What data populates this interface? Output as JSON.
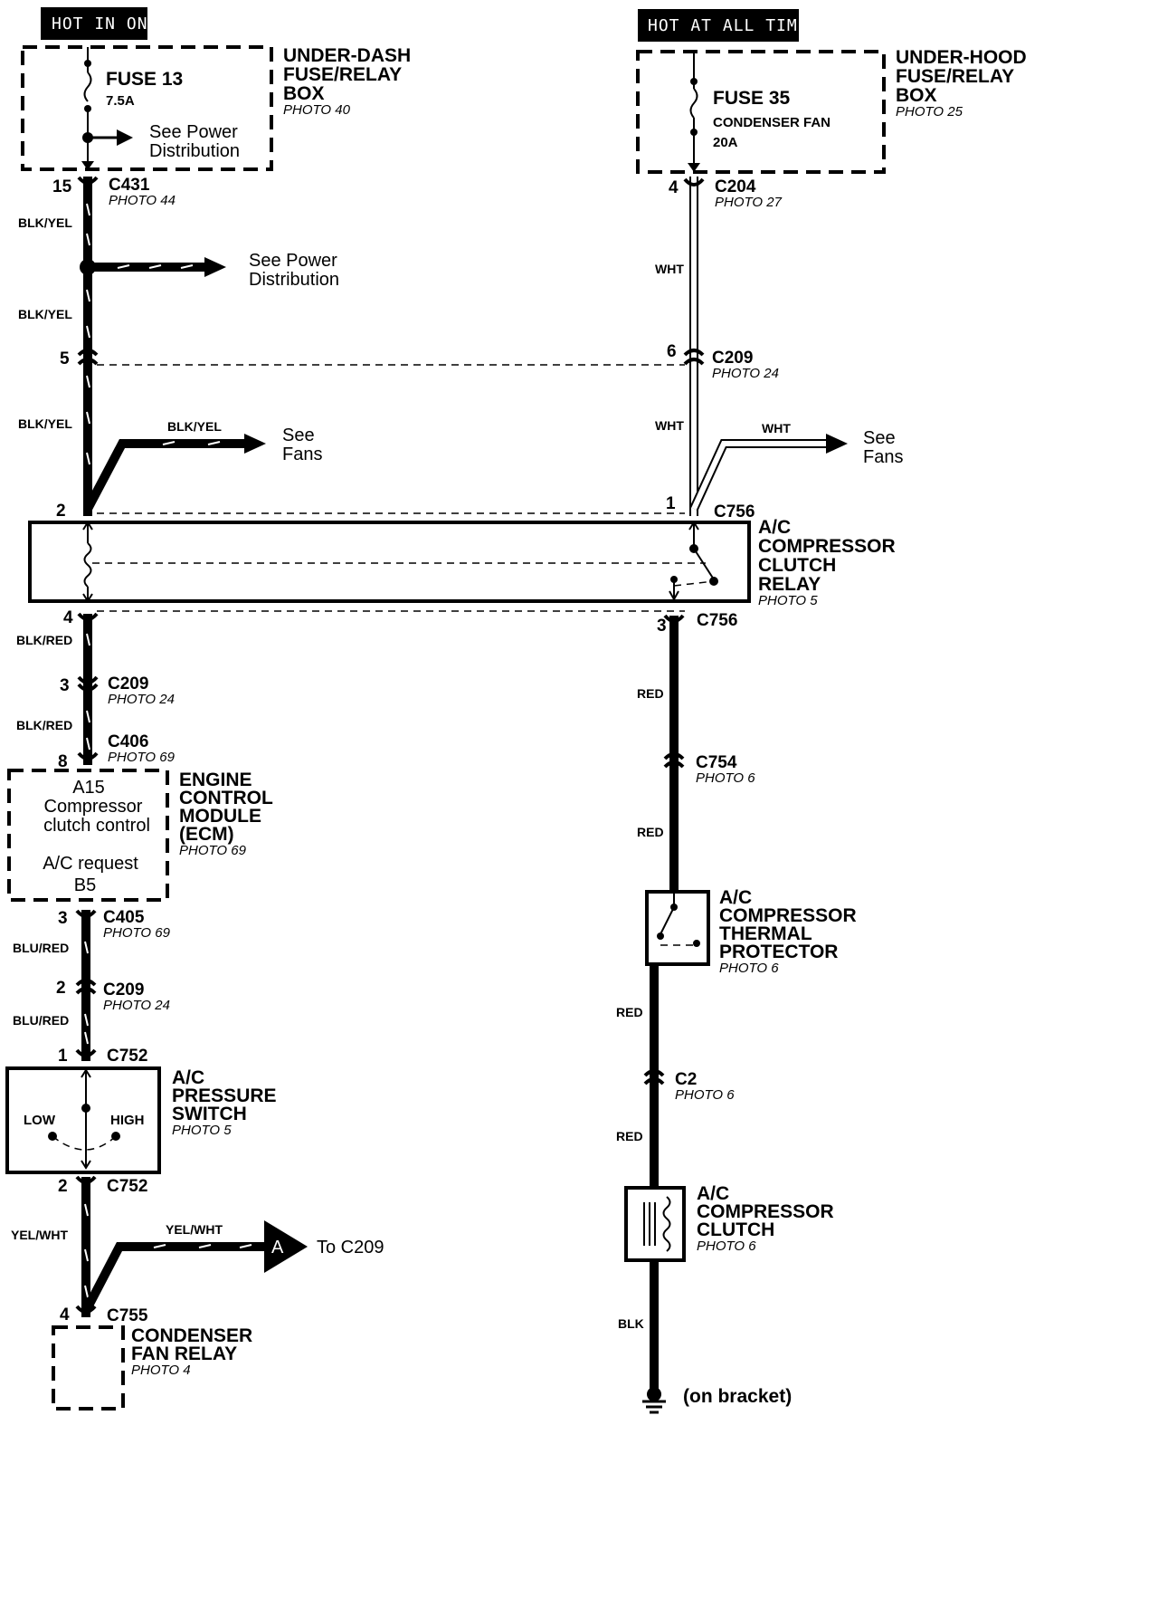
{
  "headers": {
    "left": "HOT IN ON",
    "right": "HOT AT ALL TIMES"
  },
  "under_dash_box": {
    "title_lines": [
      "UNDER-DASH",
      "FUSE/RELAY",
      "BOX"
    ],
    "photo": "PHOTO 40",
    "fuse_name": "FUSE 13",
    "fuse_rating": "7.5A",
    "note_lines": [
      "See Power",
      "Distribution"
    ]
  },
  "under_hood_box": {
    "title_lines": [
      "UNDER-HOOD",
      "FUSE/RELAY",
      "BOX"
    ],
    "photo": "PHOTO 25",
    "fuse_name": "FUSE 35",
    "fuse_desc": "CONDENSER FAN",
    "fuse_rating": "20A"
  },
  "left_circuit": {
    "c431": {
      "pin": "15",
      "name": "C431",
      "photo": "PHOTO 44"
    },
    "wire1": "BLK/YEL",
    "splice_note_lines": [
      "See Power",
      "Distribution"
    ],
    "wire2": "BLK/YEL",
    "c209a": {
      "pin": "5"
    },
    "wire3": "BLK/YEL",
    "fans_branch_wire": "BLK/YEL",
    "fans_note_lines": [
      "See",
      "Fans"
    ],
    "relay_pin_top": "2",
    "relay_pin_bottom": "4",
    "wire4": "BLK/RED",
    "c209b": {
      "pin": "3",
      "name": "C209",
      "photo": "PHOTO 24"
    },
    "wire5": "BLK/RED",
    "c406": {
      "pin": "8",
      "name": "C406",
      "photo": "PHOTO 69"
    }
  },
  "ecm": {
    "pin_top": "A15",
    "func_top_lines": [
      "Compressor",
      "clutch control"
    ],
    "func_bottom": "A/C request",
    "pin_bottom": "B5",
    "title_lines": [
      "ENGINE",
      "CONTROL",
      "MODULE",
      "(ECM)"
    ],
    "photo": "PHOTO 69"
  },
  "lower_left": {
    "c405": {
      "pin": "3",
      "name": "C405",
      "photo": "PHOTO 69"
    },
    "wire1": "BLU/RED",
    "c209": {
      "pin": "2",
      "name": "C209",
      "photo": "PHOTO 24"
    },
    "wire2": "BLU/RED",
    "c752_top": {
      "pin": "1",
      "name": "C752"
    },
    "c752_bottom": {
      "pin": "2",
      "name": "C752"
    },
    "wire3": "YEL/WHT",
    "branch_wire": "YEL/WHT",
    "branch_label": "A",
    "branch_note": "To C209",
    "c755": {
      "pin": "4",
      "name": "C755"
    }
  },
  "pressure_switch": {
    "title_lines": [
      "A/C",
      "PRESSURE",
      "SWITCH"
    ],
    "photo": "PHOTO 5",
    "low": "LOW",
    "high": "HIGH"
  },
  "condenser_relay": {
    "title_lines": [
      "CONDENSER",
      "FAN RELAY"
    ],
    "photo": "PHOTO 4"
  },
  "right_circuit": {
    "c204": {
      "pin": "4",
      "name": "C204",
      "photo": "PHOTO 27"
    },
    "wire1": "WHT",
    "c209": {
      "pin": "6",
      "name": "C209",
      "photo": "PHOTO 24"
    },
    "wire2": "WHT",
    "fans_branch_wire": "WHT",
    "fans_note_lines": [
      "See",
      "Fans"
    ],
    "c756_top": {
      "pin": "1",
      "name": "C756"
    },
    "c756_bottom": {
      "pin": "3",
      "name": "C756"
    },
    "wire3": "RED",
    "c754": {
      "name": "C754",
      "photo": "PHOTO 6"
    },
    "wire4": "RED",
    "wire5": "RED",
    "c2": {
      "name": "C2",
      "photo": "PHOTO 6"
    },
    "wire6": "RED",
    "wire7": "BLK",
    "ground_note": "(on bracket)"
  },
  "relay": {
    "title_lines": [
      "A/C",
      "COMPRESSOR",
      "CLUTCH",
      "RELAY"
    ],
    "photo": "PHOTO 5"
  },
  "thermal_protector": {
    "title_lines": [
      "A/C",
      "COMPRESSOR",
      "THERMAL",
      "PROTECTOR"
    ],
    "photo": "PHOTO 6"
  },
  "clutch": {
    "title_lines": [
      "A/C",
      "COMPRESSOR",
      "CLUTCH"
    ],
    "photo": "PHOTO 6"
  }
}
